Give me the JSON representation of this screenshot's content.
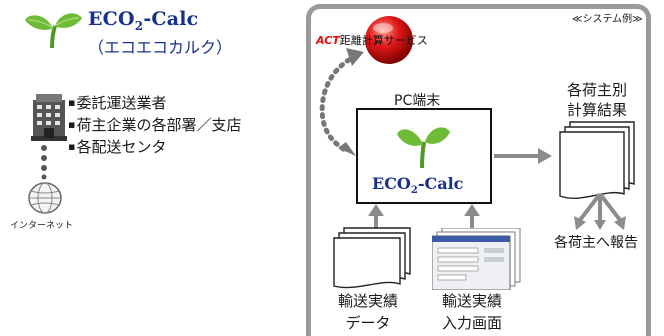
{
  "left": {
    "brand": {
      "title_main": "ECO",
      "title_sub": "2",
      "title_tail": "-Calc",
      "reading": "（エコエコカルク）"
    },
    "stakeholders": [
      "委託運送業者",
      "荷主企業の各部署／支店",
      "各配送センタ"
    ],
    "bullet": "▪",
    "internet_label": "インターネット"
  },
  "right": {
    "system_example": "≪システム例≫",
    "act_service": {
      "brand": "ACT",
      "text": "距離計算サービス"
    },
    "pc": {
      "label": "PC端末",
      "name_main": "ECO",
      "name_sub": "2",
      "name_tail": "-Calc"
    },
    "results": {
      "line1": "各荷主別",
      "line2": "計算結果"
    },
    "report": "各荷主へ報告",
    "input_data": {
      "line1": "輸送実績",
      "line2": "データ"
    },
    "input_screen": {
      "line1": "輸送実績",
      "line2": "入力画面"
    }
  },
  "colors": {
    "brand_blue": "#18328c",
    "leaf_green": "#66b733",
    "act_red": "#e01010",
    "panel_border": "#9a9a9a",
    "arrow_gray": "#8c8c8c"
  }
}
